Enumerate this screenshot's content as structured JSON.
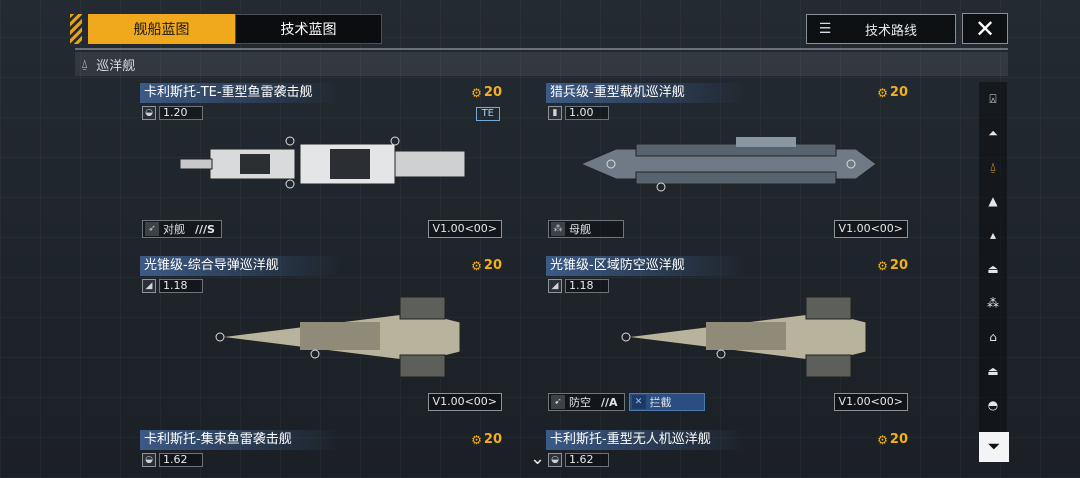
{
  "tabs": [
    {
      "label": "舰船蓝图",
      "active": true
    },
    {
      "label": "技术蓝图",
      "active": false
    }
  ],
  "route_button": {
    "label": "技术路线",
    "icon": "list-tree-icon"
  },
  "close_button": {
    "icon": "close-icon"
  },
  "section": {
    "label": "巡洋舰",
    "icon": "cruiser-class-icon"
  },
  "cards": [
    {
      "title": "卡利斯托-TE-重型鱼雷袭击舰",
      "cost": "20",
      "stat_value": "1.20",
      "badge": "TE",
      "tags": [
        {
          "label": "对舰",
          "sub": "///S",
          "style": "grey",
          "icon": "anti-ship-icon"
        }
      ],
      "version": "V1.00<00>"
    },
    {
      "title": "猎兵级-重型载机巡洋舰",
      "cost": "20",
      "stat_value": "1.00",
      "badge": "",
      "tags": [
        {
          "label": "母舰",
          "sub": "",
          "style": "grey",
          "icon": "carrier-icon"
        }
      ],
      "version": "V1.00<00>"
    },
    {
      "title": "光锥级-综合导弹巡洋舰",
      "cost": "20",
      "stat_value": "1.18",
      "badge": "",
      "tags": [],
      "version": "V1.00<00>"
    },
    {
      "title": "光锥级-区域防空巡洋舰",
      "cost": "20",
      "stat_value": "1.18",
      "badge": "",
      "tags": [
        {
          "label": "防空",
          "sub": "//A",
          "style": "grey",
          "icon": "anti-air-icon"
        },
        {
          "label": "拦截",
          "sub": "",
          "style": "blue",
          "icon": "intercept-icon"
        }
      ],
      "version": "V1.00<00>"
    },
    {
      "title": "卡利斯托-集束鱼雷袭击舰",
      "cost": "20",
      "stat_value": "1.62",
      "badge": "",
      "tags": [],
      "version": ""
    },
    {
      "title": "卡利斯托-重型无人机巡洋舰",
      "cost": "20",
      "stat_value": "1.62",
      "badge": "",
      "tags": [],
      "version": ""
    }
  ],
  "rail": [
    {
      "icon": "all-ships-icon",
      "active": false
    },
    {
      "icon": "battleship-icon",
      "active": false
    },
    {
      "icon": "cruiser-icon",
      "active": true
    },
    {
      "icon": "destroyer-icon",
      "active": false
    },
    {
      "icon": "frigate-icon",
      "active": false
    },
    {
      "icon": "carrier-icon",
      "active": false
    },
    {
      "icon": "fighter-icon",
      "active": false
    },
    {
      "icon": "corvette-icon",
      "active": false
    },
    {
      "icon": "auxiliary-icon",
      "active": false
    },
    {
      "icon": "support-icon",
      "active": false
    }
  ],
  "filter_button": {
    "icon": "filter-icon"
  },
  "scroll_hint": {
    "icon": "chevron-down-icon"
  },
  "colors": {
    "accent": "#f0a81c",
    "title_bar": "#3c5a86",
    "tag_blue": "#2b4e80"
  }
}
